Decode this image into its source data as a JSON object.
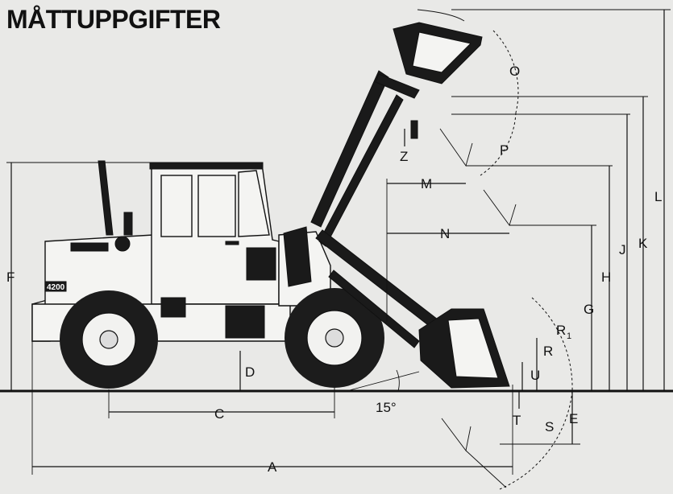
{
  "title": "MÅTTUPPGIFTER",
  "model_badge": "4200",
  "angle_label": "15°",
  "labels": {
    "A": "A",
    "C": "C",
    "D": "D",
    "E": "E",
    "F": "F",
    "G": "G",
    "H": "H",
    "J": "J",
    "K": "K",
    "L": "L",
    "M": "M",
    "N": "N",
    "O": "O",
    "P": "P",
    "R": "R",
    "R1": "R",
    "R1_sub": "1",
    "S": "S",
    "T": "T",
    "U": "U",
    "Z": "Z"
  }
}
